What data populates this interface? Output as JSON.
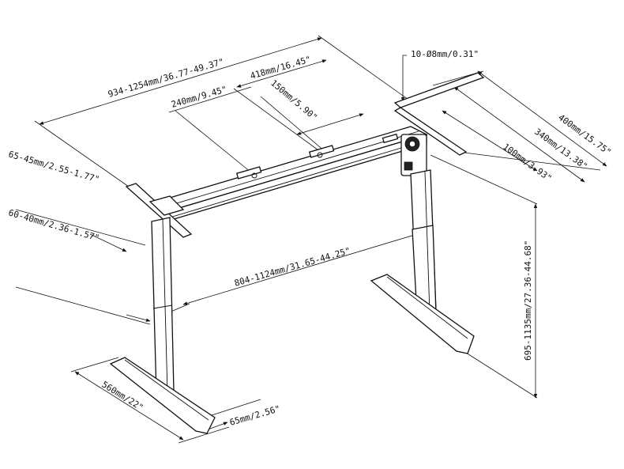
{
  "dimensions": {
    "total_width": "934-1254mm/36.77-49.37\"",
    "frame_center": "418mm/16.45\"",
    "mount_spacing": "240mm/9.45\"",
    "slot_length": "150mm/5.90\"",
    "hole_spec": "10-Ø8mm/0.31\"",
    "top_bracket_depth": "400mm/15.75\"",
    "bracket_span": "340mm/13.38\"",
    "bracket_inner": "100mm/3.93\"",
    "column_outer": "65-45mm/2.55-1.77\"",
    "column_inner": "60-40mm/2.36-1.57\"",
    "leg_spacing": "804-1124mm/31.65-44.25\"",
    "height_range": "695-1135mm/27.36-44.68\"",
    "foot_length": "560mm/22\"",
    "foot_width": "65mm/2.56\""
  },
  "colors": {
    "line": "#111111",
    "background": "#ffffff"
  }
}
